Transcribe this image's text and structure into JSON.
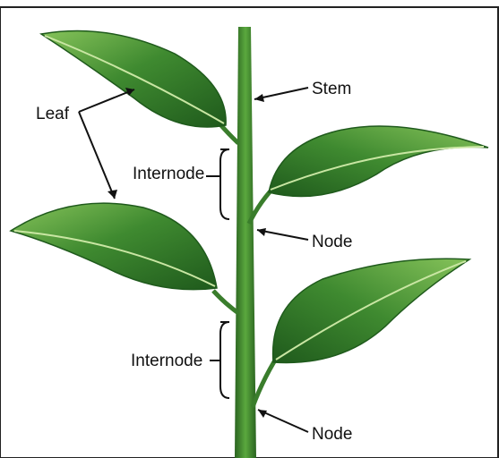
{
  "diagram": {
    "labels": {
      "leaf": "Leaf",
      "stem": "Stem",
      "internode_upper": "Internode",
      "node_upper": "Node",
      "internode_lower": "Internode",
      "node_lower": "Node"
    },
    "colors": {
      "stem": "#3a7d2c",
      "leaf_dark": "#1f5a1c",
      "leaf_mid": "#3f8a30",
      "leaf_light": "#86c35a",
      "vein": "#c9e6a3",
      "line": "#111111"
    }
  }
}
